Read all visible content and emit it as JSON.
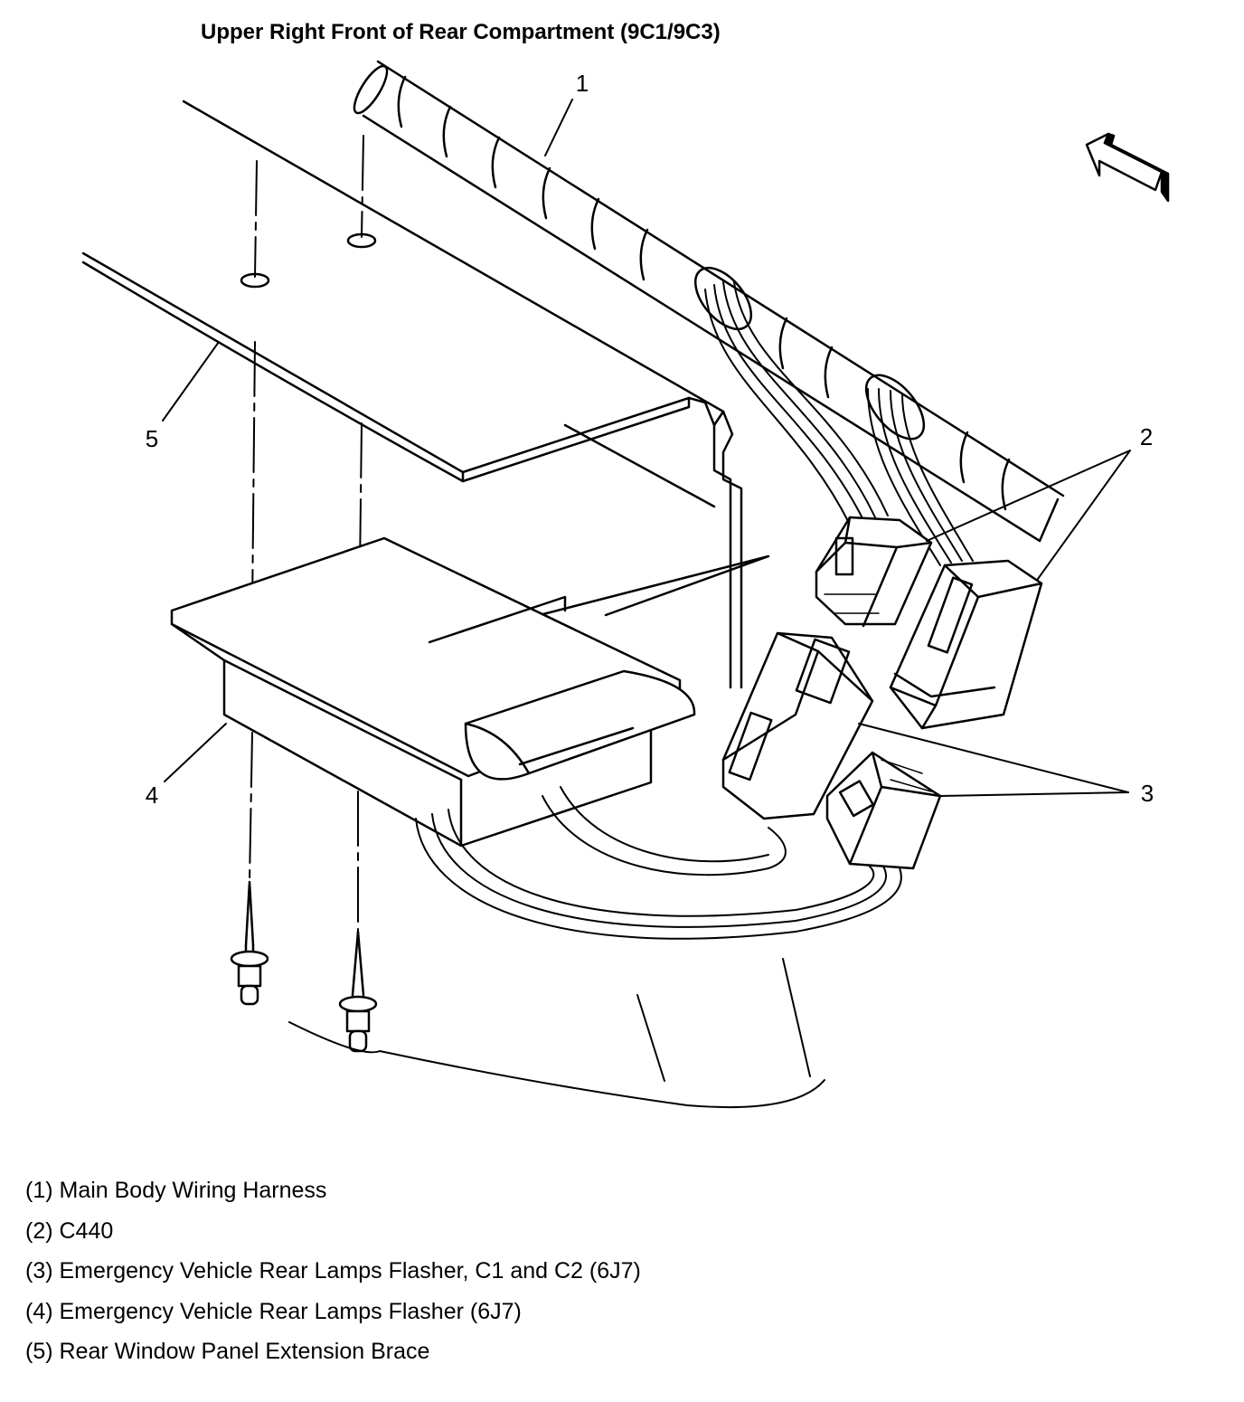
{
  "title": "Upper Right Front of Rear Compartment (9C1/9C3)",
  "callouts": [
    {
      "num": "1",
      "name": "callout-1"
    },
    {
      "num": "2",
      "name": "callout-2"
    },
    {
      "num": "3",
      "name": "callout-3"
    },
    {
      "num": "4",
      "name": "callout-4"
    },
    {
      "num": "5",
      "name": "callout-5"
    }
  ],
  "legend": [
    "(1) Main Body Wiring Harness",
    "(2) C440",
    "(3) Emergency Vehicle Rear Lamps Flasher, C1 and C2 (6J7)",
    "(4) Emergency Vehicle Rear Lamps Flasher (6J7)",
    "(5) Rear Window Panel Extension Brace"
  ],
  "icons": {
    "direction": "arrow-icon"
  }
}
